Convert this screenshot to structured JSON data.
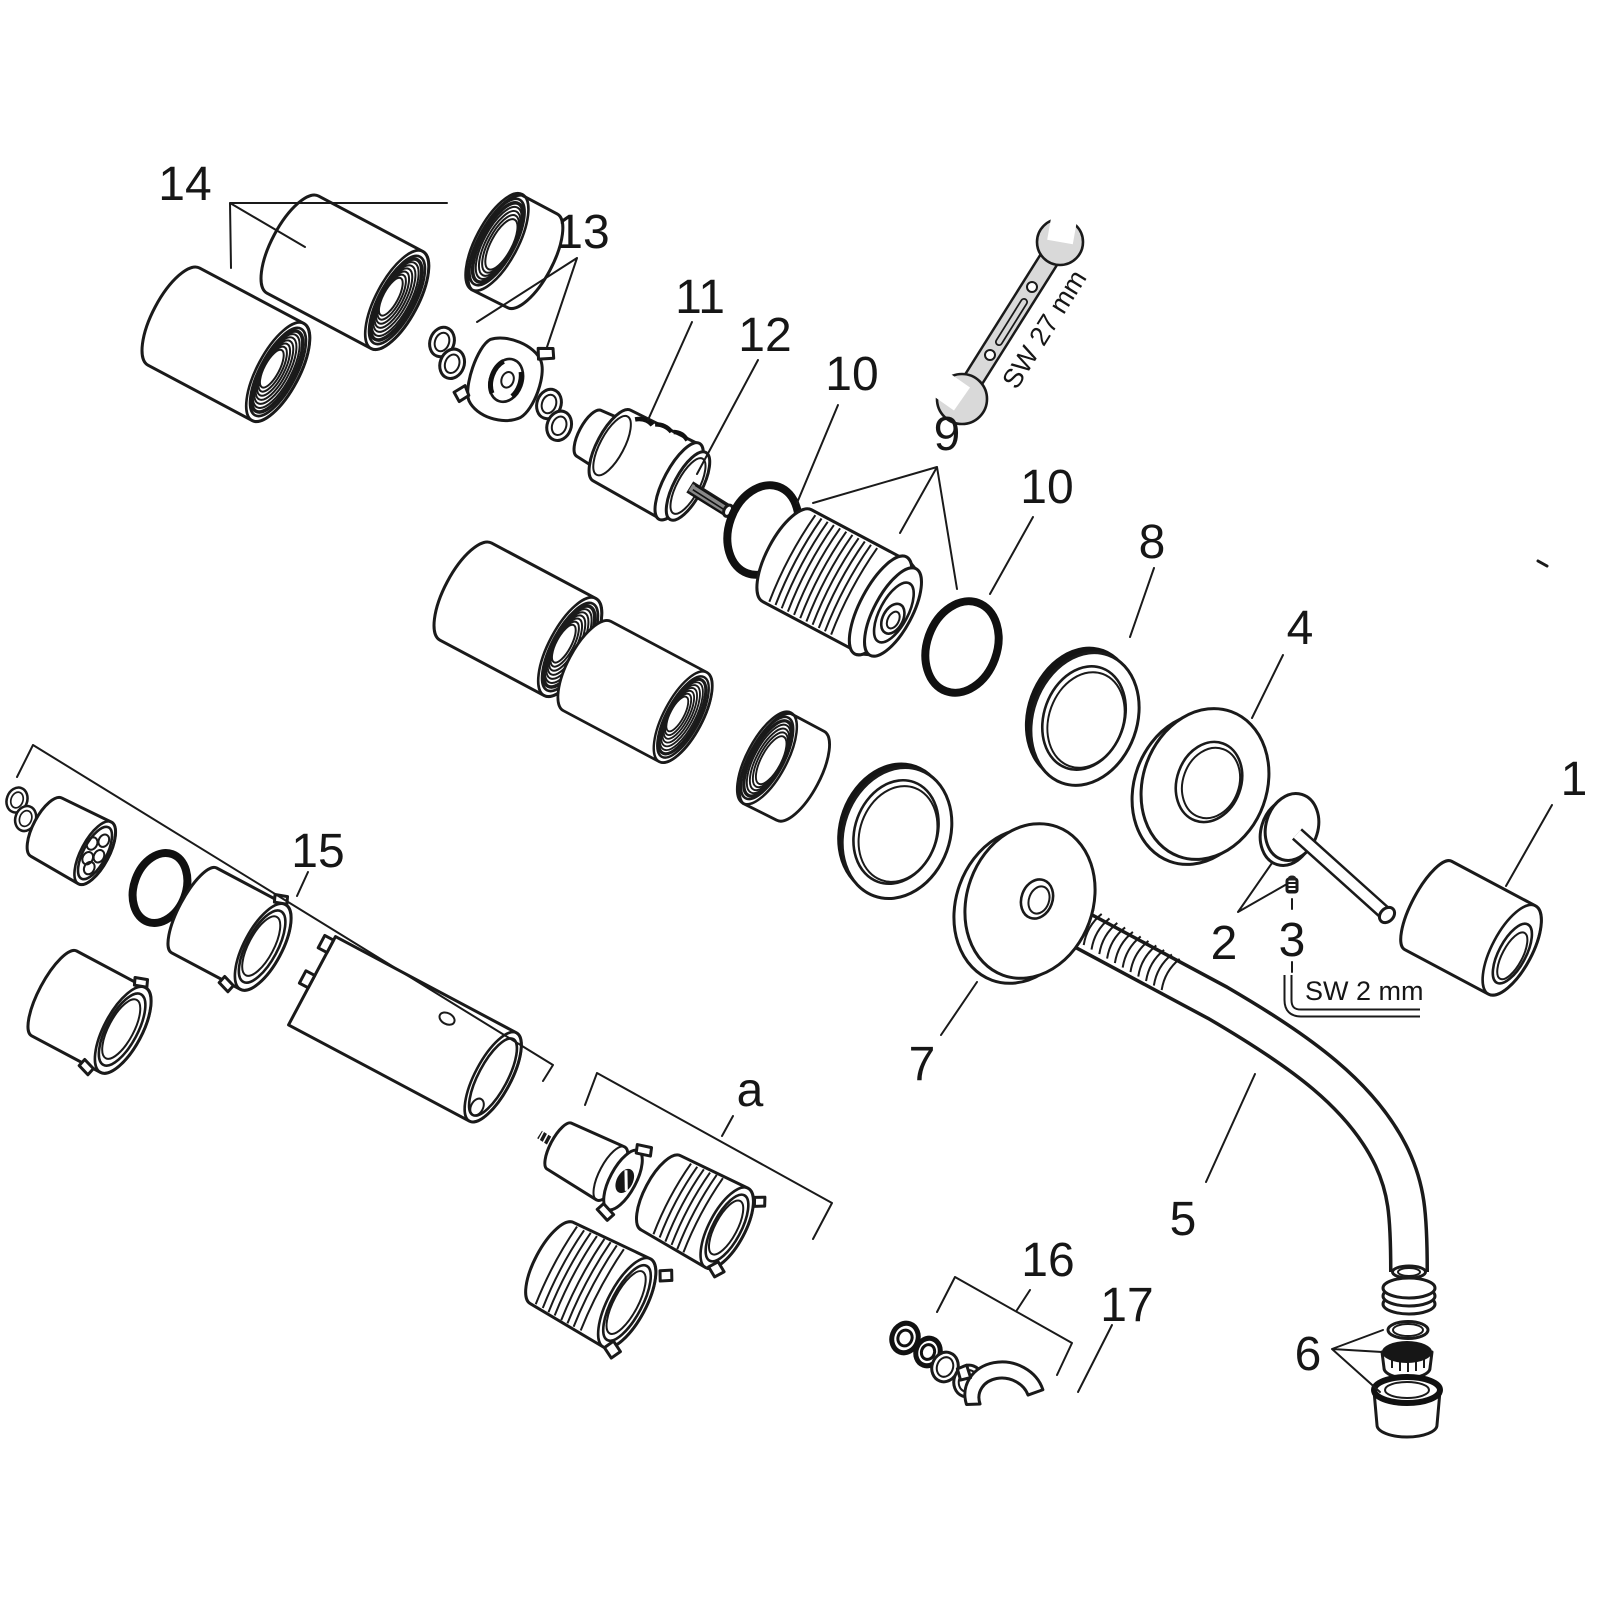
{
  "colors": {
    "background": "#ffffff",
    "line": "#1a1a1a",
    "tool_fill": "#d9d9d9"
  },
  "tools": {
    "wrench_label": "SW 27 mm",
    "hex_key_label": "SW 2 mm"
  },
  "callouts": [
    {
      "id": "part-14",
      "label": "14"
    },
    {
      "id": "part-13",
      "label": "13"
    },
    {
      "id": "part-11",
      "label": "11"
    },
    {
      "id": "part-12",
      "label": "12"
    },
    {
      "id": "part-10-left",
      "label": "10"
    },
    {
      "id": "part-9",
      "label": "9"
    },
    {
      "id": "part-10-right",
      "label": "10"
    },
    {
      "id": "part-8",
      "label": "8"
    },
    {
      "id": "part-4",
      "label": "4"
    },
    {
      "id": "part-1",
      "label": "1"
    },
    {
      "id": "part-2",
      "label": "2"
    },
    {
      "id": "part-3",
      "label": "3"
    },
    {
      "id": "part-7",
      "label": "7"
    },
    {
      "id": "part-5",
      "label": "5"
    },
    {
      "id": "part-15",
      "label": "15"
    },
    {
      "id": "part-a",
      "label": "a"
    },
    {
      "id": "part-16",
      "label": "16"
    },
    {
      "id": "part-17",
      "label": "17"
    },
    {
      "id": "part-6",
      "label": "6"
    }
  ]
}
